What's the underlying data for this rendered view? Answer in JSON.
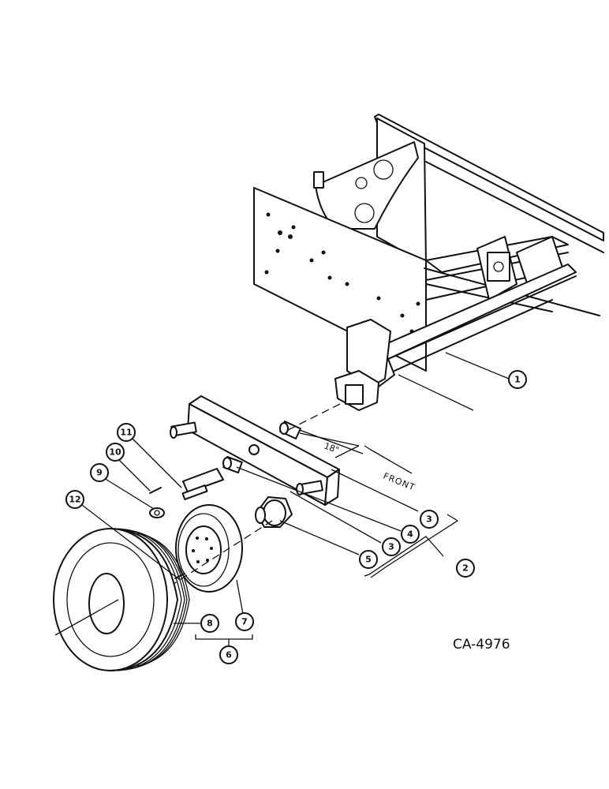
{
  "figure_code": "CA-4976",
  "dimension_label": "18\"",
  "direction_label": "FRONT",
  "callouts": {
    "c1": "1",
    "c2": "2",
    "c3a": "3",
    "c3b": "3",
    "c4": "4",
    "c5": "5",
    "c6": "6",
    "c7": "7",
    "c8": "8",
    "c9": "9",
    "c10": "10",
    "c11": "11",
    "c12": "12"
  }
}
